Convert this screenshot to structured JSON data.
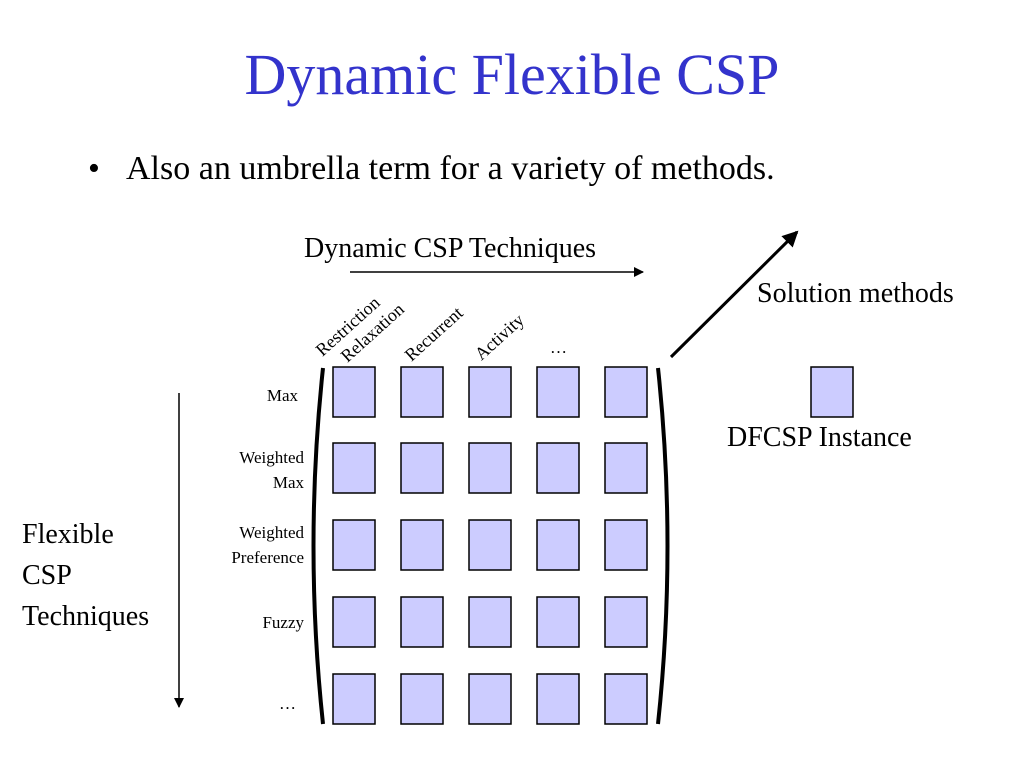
{
  "title": "Dynamic Flexible CSP",
  "bullet": "Also an umbrella term for a variety of methods.",
  "dynamic_header": "Dynamic CSP Techniques",
  "solution_label": "Solution methods",
  "instance_label": "DFCSP Instance",
  "flexible_label": [
    "Flexible",
    "CSP",
    "Techniques"
  ],
  "columns": [
    "Restriction",
    "Relaxation",
    "Recurrent",
    "Activity",
    "…"
  ],
  "rows": [
    [
      "Max"
    ],
    [
      "Weighted",
      "Max"
    ],
    [
      "Weighted",
      "Preference"
    ],
    [
      "Fuzzy"
    ],
    [
      "…"
    ]
  ],
  "colors": {
    "title": "#3333cc",
    "cell_fill": "#ccccff",
    "cell_stroke": "#000000"
  }
}
